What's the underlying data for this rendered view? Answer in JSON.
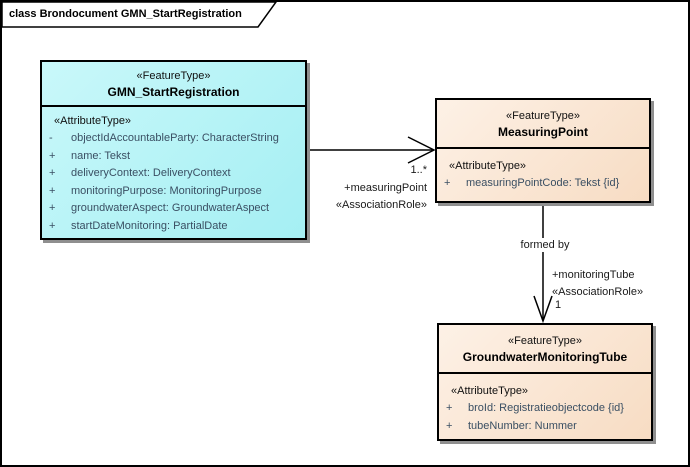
{
  "frame": {
    "title": "class Brondocument GMN_StartRegistration"
  },
  "colors": {
    "class_cyan_gradient_start": "#c9f8fa",
    "class_cyan_gradient_end": "#a5eff3",
    "class_orange_gradient_start": "#fdf1e6",
    "class_orange_gradient_end": "#f7dcc3",
    "attribute_text": "#3a4f63",
    "line": "#000000"
  },
  "classes": {
    "start_registration": {
      "stereotype": "«FeatureType»",
      "name": "GMN_StartRegistration",
      "attr_stereotype": "«AttributeType»",
      "attributes": [
        {
          "visibility": "-",
          "signature": "objectIdAccountableParty: CharacterString"
        },
        {
          "visibility": "+",
          "signature": "name: Tekst"
        },
        {
          "visibility": "+",
          "signature": "deliveryContext: DeliveryContext"
        },
        {
          "visibility": "+",
          "signature": "monitoringPurpose: MonitoringPurpose"
        },
        {
          "visibility": "+",
          "signature": "groundwaterAspect: GroundwaterAspect"
        },
        {
          "visibility": "+",
          "signature": "startDateMonitoring: PartialDate"
        }
      ]
    },
    "measuring_point": {
      "stereotype": "«FeatureType»",
      "name": "MeasuringPoint",
      "attr_stereotype": "«AttributeType»",
      "attributes": [
        {
          "visibility": "+",
          "signature": "measuringPointCode: Tekst {id}"
        }
      ]
    },
    "monitoring_tube": {
      "stereotype": "«FeatureType»",
      "name": "GroundwaterMonitoringTube",
      "attr_stereotype": "«AttributeType»",
      "attributes": [
        {
          "visibility": "+",
          "signature": "broId: Registratieobjectcode {id}"
        },
        {
          "visibility": "+",
          "signature": "tubeNumber: Nummer"
        }
      ]
    }
  },
  "associations": {
    "measuring_point": {
      "multiplicity": "1..*",
      "role": "+measuringPoint",
      "stereotype": "«AssociationRole»"
    },
    "monitoring_tube": {
      "name": "formed by",
      "role": "+monitoringTube",
      "stereotype": "«AssociationRole»",
      "multiplicity": "1"
    }
  }
}
